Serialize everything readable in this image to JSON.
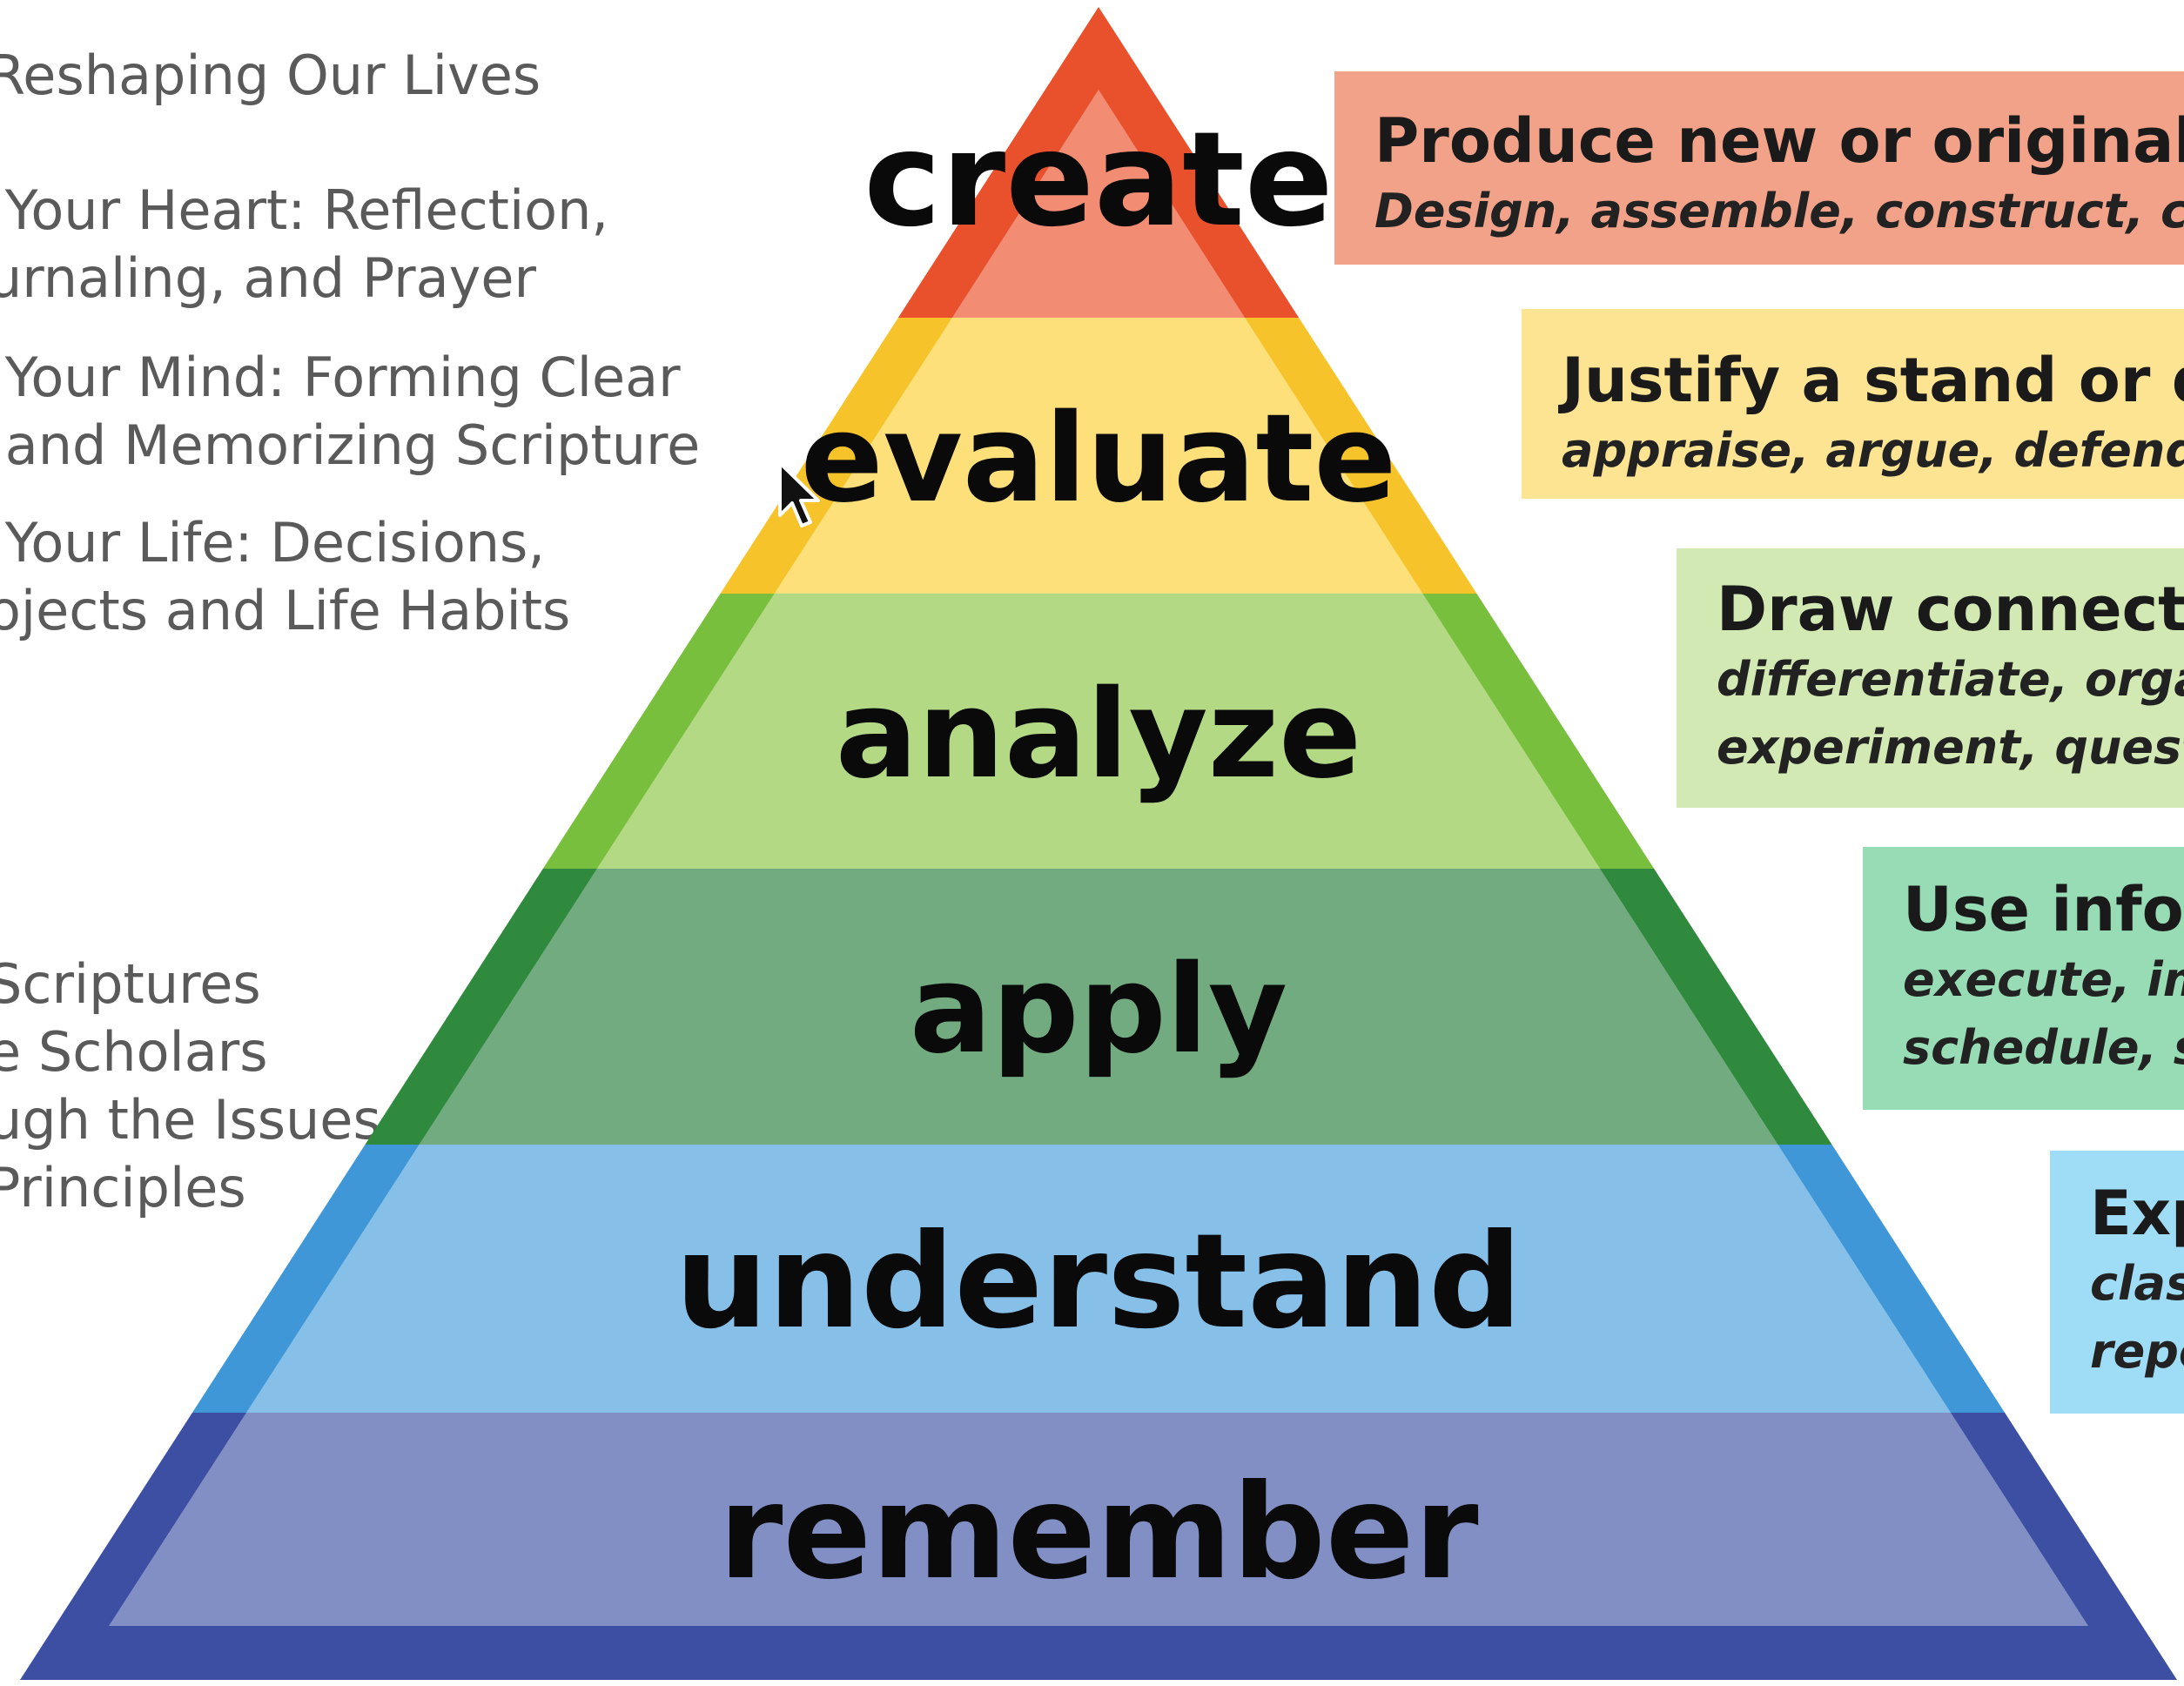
{
  "background_text": [
    "Reshaping Our Lives",
    " Your Heart: Reflection,",
    "urnaling, and Prayer",
    " Your Mind: Forming Clear",
    " and Memorizing Scripture",
    " Your Life: Decisions,",
    "ojects and Life Habits",
    "Scriptures",
    "e Scholars",
    "ugh the Issues",
    "Principles"
  ],
  "pyramid": {
    "levels": [
      {
        "label": "create",
        "color": "#f28c73",
        "edge_color": "#e9512d"
      },
      {
        "label": "evaluate",
        "color": "#fde07a",
        "edge_color": "#f6c42a"
      },
      {
        "label": "analyze",
        "color": "#b3d985",
        "edge_color": "#79bf3e"
      },
      {
        "label": "apply",
        "color": "#72ab80",
        "edge_color": "#2f8a3d"
      },
      {
        "label": "understand",
        "color": "#86c0e8",
        "edge_color": "#3f97d8"
      },
      {
        "label": "remember",
        "color": "#828fc4",
        "edge_color": "#3d4fa3"
      }
    ]
  },
  "descriptions": [
    {
      "heading": "Produce new or original wo",
      "verbs": [
        "Design, assemble, construct, conj"
      ],
      "bg": "#f2a288"
    },
    {
      "heading": "Justify a stand or de",
      "verbs": [
        "appraise, argue, defend, j"
      ],
      "bg": "#fde493"
    },
    {
      "heading": "Draw connectio",
      "verbs": [
        "differentiate, organ",
        "experiment, questio"
      ],
      "bg": "#d2e9b4"
    },
    {
      "heading": "Use infor",
      "verbs": [
        "execute, im",
        "schedule, sk"
      ],
      "bg": "#98dcb5"
    },
    {
      "heading": "Exp",
      "verbs": [
        "clas",
        "repo"
      ],
      "bg": "#9fdcf5"
    }
  ]
}
